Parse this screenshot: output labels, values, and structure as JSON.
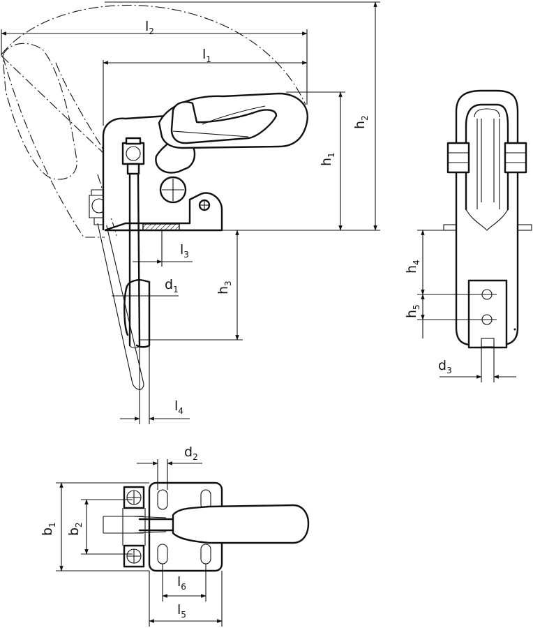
{
  "labels": {
    "l1": {
      "main": "l",
      "sub": "1"
    },
    "l2": {
      "main": "l",
      "sub": "2"
    },
    "l3": {
      "main": "l",
      "sub": "3"
    },
    "l4": {
      "main": "l",
      "sub": "4"
    },
    "l5": {
      "main": "l",
      "sub": "5"
    },
    "l6": {
      "main": "l",
      "sub": "6"
    },
    "h1": {
      "main": "h",
      "sub": "1"
    },
    "h2": {
      "main": "h",
      "sub": "2"
    },
    "h3": {
      "main": "h",
      "sub": "3"
    },
    "h4": {
      "main": "h",
      "sub": "4"
    },
    "h5": {
      "main": "h",
      "sub": "5"
    },
    "d1": {
      "main": "d",
      "sub": "1"
    },
    "d2": {
      "main": "d",
      "sub": "2"
    },
    "d3": {
      "main": "d",
      "sub": "3"
    },
    "b1": {
      "main": "b",
      "sub": "1"
    },
    "b2": {
      "main": "b",
      "sub": "2"
    }
  }
}
